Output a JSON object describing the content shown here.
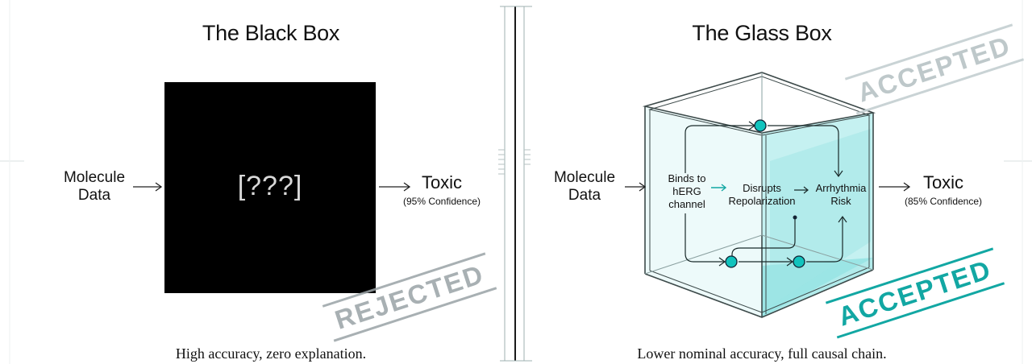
{
  "left_panel": {
    "title": "The Black Box",
    "input_label_line1": "Molecule",
    "input_label_line2": "Data",
    "box_text": "[???]",
    "output_label": "Toxic",
    "output_confidence": "(95% Confidence)",
    "stamp": "REJECTED",
    "caption": "High accuracy, zero explanation."
  },
  "right_panel": {
    "title": "The Glass Box",
    "input_label_line1": "Molecule",
    "input_label_line2": "Data",
    "nodes": {
      "herg_line1": "Binds to",
      "herg_line2": "hERG",
      "herg_line3": "channel",
      "repol_line1": "Disrupts",
      "repol_line2": "Repolarization",
      "arr_line1": "Arrhythmia",
      "arr_line2": "Risk"
    },
    "output_label": "Toxic",
    "output_confidence": "(85% Confidence)",
    "stamp_top": "ACCEPTED",
    "stamp_bottom": "ACCEPTED",
    "caption": "Lower nominal accuracy, full causal chain."
  },
  "colors": {
    "teal": "#12a7a3",
    "glass_tint": "#bfeff0",
    "black_box": "#000000"
  }
}
